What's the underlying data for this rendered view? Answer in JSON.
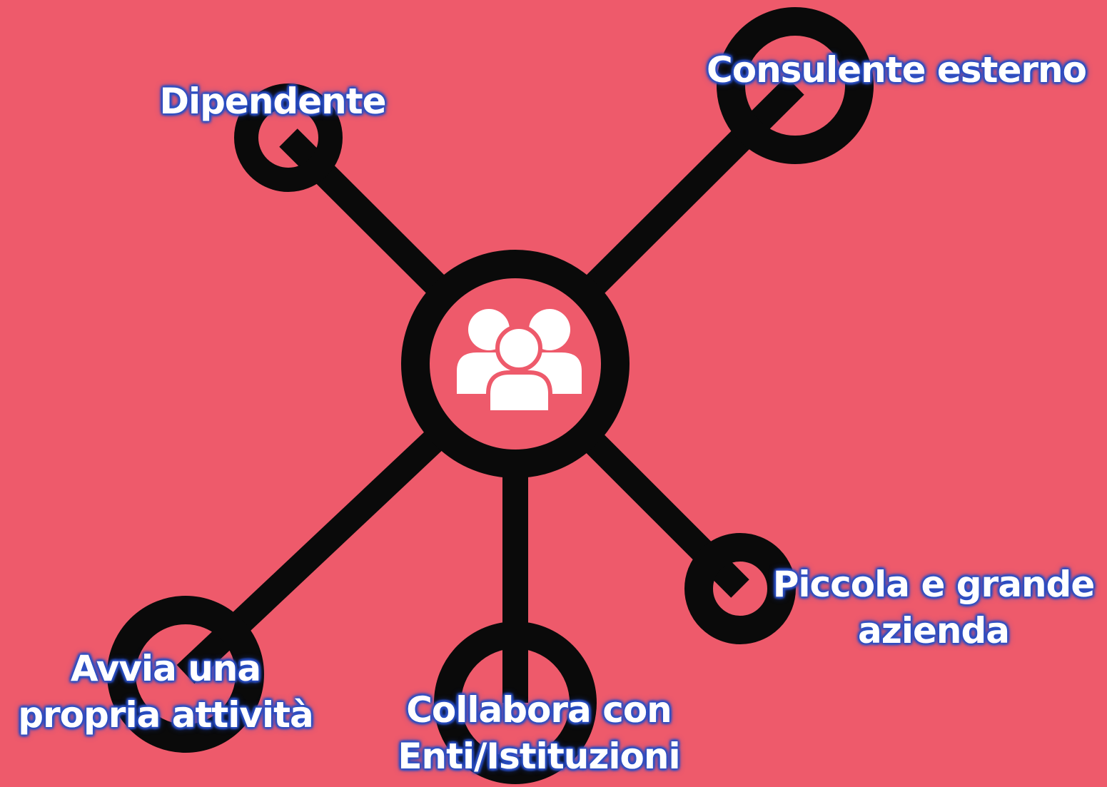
{
  "colors": {
    "background": "#ee5a6b",
    "edge": "#0a0a0a",
    "label_text": "#ffffff",
    "label_glow": "#2a4fc4",
    "icon_fill": "#ffffff"
  },
  "hub": {
    "icon": "people-group-icon"
  },
  "nodes": [
    {
      "id": "dipendente",
      "label": "Dipendente"
    },
    {
      "id": "consulente",
      "label": "Consulente esterno"
    },
    {
      "id": "azienda",
      "label_line1": "Piccola e grande",
      "label_line2": "azienda"
    },
    {
      "id": "enti",
      "label_line1": "Collabora con",
      "label_line2": "Enti/Istituzioni"
    },
    {
      "id": "attivita",
      "label_line1": "Avvia una",
      "label_line2": "propria attività"
    }
  ]
}
